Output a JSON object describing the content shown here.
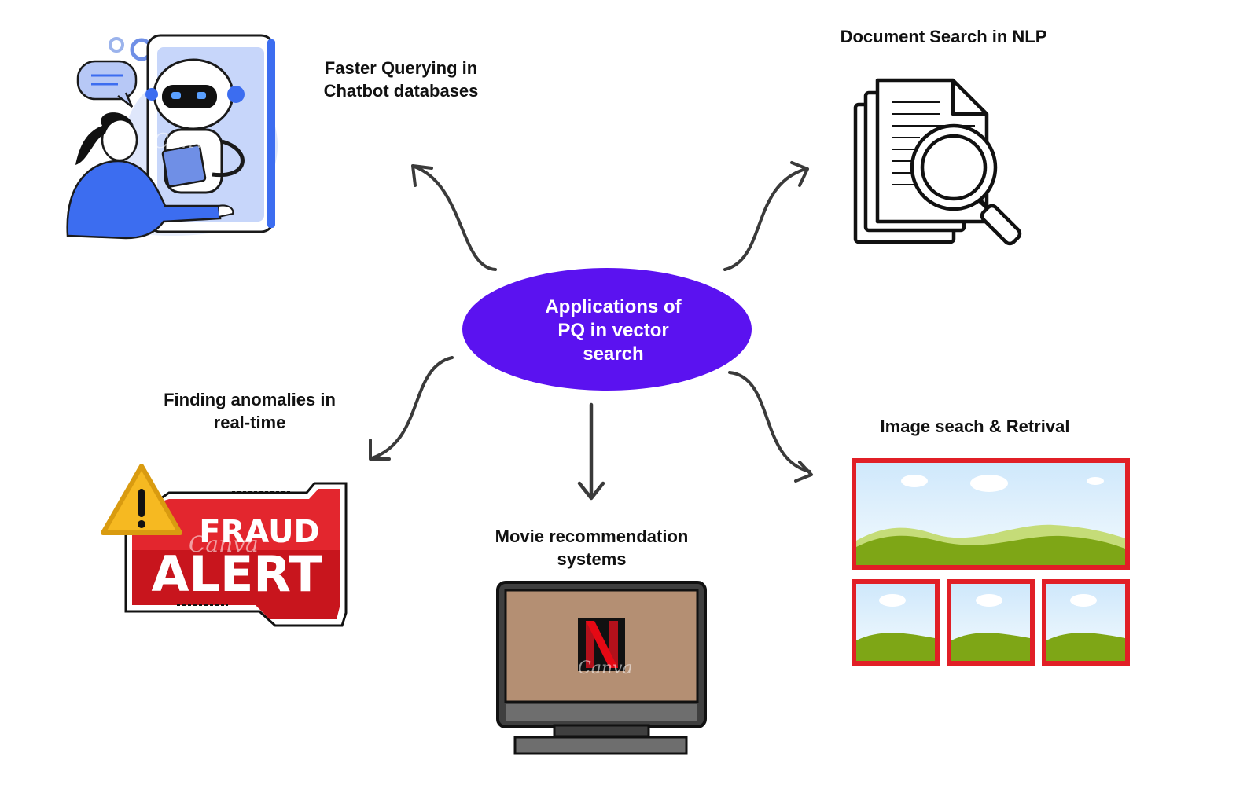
{
  "hub": {
    "label": "Applications of\nPQ in vector\nsearch",
    "color": "#5b12f0"
  },
  "branches": {
    "chatbot": {
      "label": "Faster Querying in\nChatbot databases",
      "icon": "chatbot-illustration-icon"
    },
    "document": {
      "label": "Document Search in NLP",
      "icon": "document-search-icon"
    },
    "anomaly": {
      "label": "Finding anomalies in\nreal-time",
      "icon": "fraud-alert-icon"
    },
    "movie": {
      "label": "Movie recommendation\nsystems",
      "icon": "tv-monitor-icon"
    },
    "image": {
      "label": "Image seach & Retrival",
      "icon": "image-gallery-icon"
    }
  },
  "artwork": {
    "fraud_alert_line1": "FRAUD",
    "fraud_alert_line2": "ALERT",
    "watermark": "Canva",
    "tv_logo": "N"
  },
  "colors": {
    "arrow": "#3a3a3a",
    "alert_red": "#e3262e",
    "warning_yellow": "#f6b921",
    "frame_red": "#e11f26",
    "tv_screen": "#b48f73",
    "chatbot_blue": "#3c6df0"
  }
}
